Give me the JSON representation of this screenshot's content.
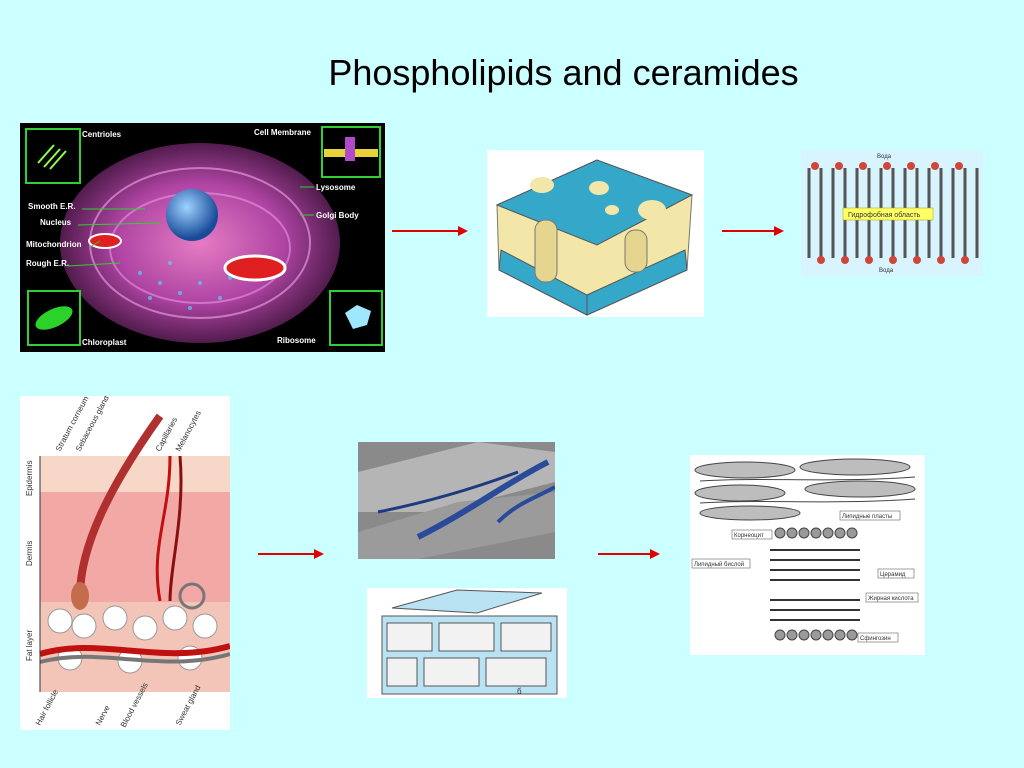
{
  "title": "Phospholipids and ceramides",
  "cell": {
    "labels": {
      "centrioles": "Centrioles",
      "cell_membrane": "Cell Membrane",
      "lysosome": "Lysosome",
      "smooth_er": "Smooth E.R.",
      "golgi": "Golgi Body",
      "nucleus": "Nucleus",
      "mitochondrion": "Mitochondrion",
      "rough_er": "Rough E.R.",
      "chloroplast": "Chloroplast",
      "ribosome": "Ribosome"
    }
  },
  "bilayer_detail": {
    "top": "Вода",
    "middle": "Гидрофобная область",
    "bottom": "Вода"
  },
  "skin": {
    "labels": {
      "stratum_corneum": "Stratum corneum",
      "sebaceous": "Sebaceous gland",
      "capillaries": "Capillaries",
      "melanocytes": "Melanocytes",
      "epidermis": "Epidermis",
      "dermis": "Dermis",
      "fat_layer": "Fat layer",
      "hair_follicle": "Hair follicle",
      "nerve": "Nerve",
      "blood_vessels": "Blood vessels",
      "sweat_gland": "Sweat gland"
    }
  },
  "brick_fig": {
    "letter": "б"
  },
  "lipid_diagram": {
    "labels": {
      "plates": "Липидные пласты",
      "corneocyte": "Корнеоцит",
      "bilayer": "Липидный бислой",
      "ceramide": "Церамид",
      "fatty_acid": "Жирная кислота",
      "sphingosine": "Сфингозин"
    }
  },
  "colors": {
    "background": "#ccffff",
    "arrow": "#e00000"
  }
}
